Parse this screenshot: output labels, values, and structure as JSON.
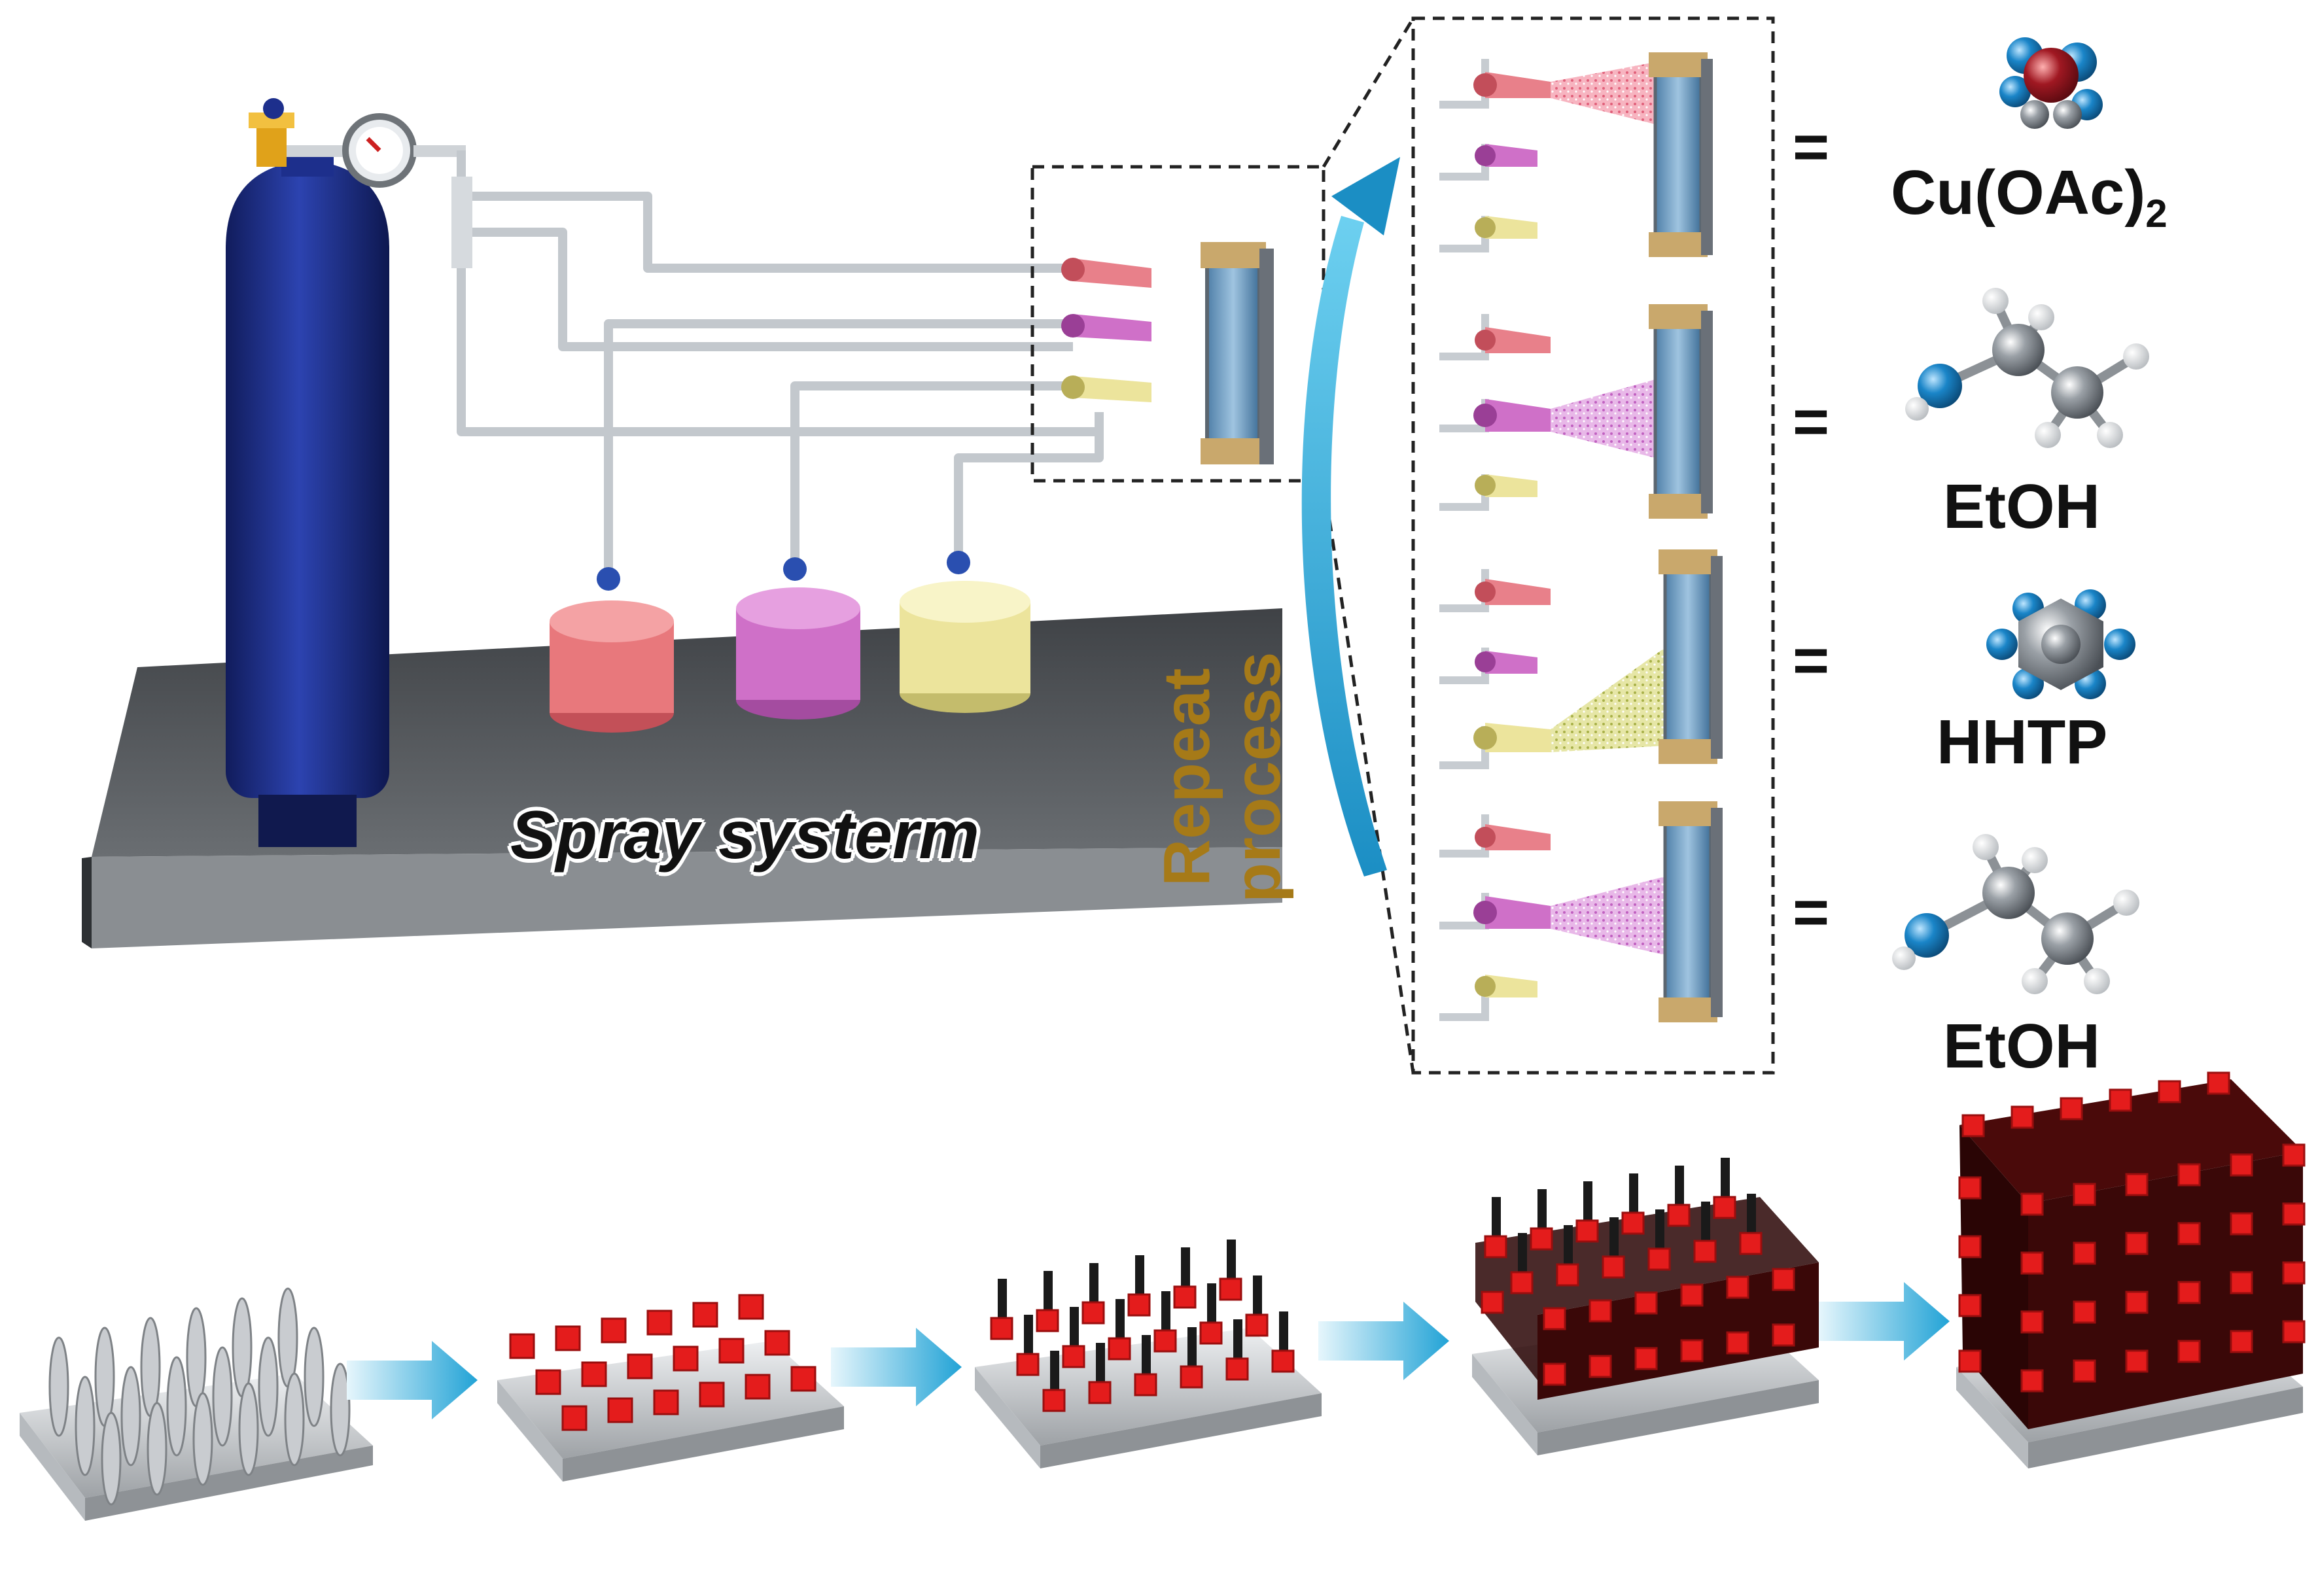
{
  "diagram": {
    "spray_system_label": "Spray systerm",
    "repeat_label_line1": "Repeat",
    "repeat_label_line2": "process",
    "steps": [
      {
        "equals": "=",
        "compound": "Cu(OAc)",
        "subscript": "2"
      },
      {
        "equals": "=",
        "compound": "EtOH",
        "subscript": ""
      },
      {
        "equals": "=",
        "compound": "HHTP",
        "subscript": ""
      },
      {
        "equals": "=",
        "compound": "EtOH",
        "subscript": ""
      }
    ],
    "colors": {
      "cylinder": "#1d2f8c",
      "tank_red": "#e8787c",
      "tank_pink": "#cf70c8",
      "tank_yellow": "#ece49c",
      "platform": "#555a5e",
      "arrow": "#2aa6d6",
      "mof_node": "#e41c1c",
      "mof_linker": "#1a1a1a",
      "substrate": "#d8dadc",
      "label_gold": "#a67a18"
    }
  }
}
